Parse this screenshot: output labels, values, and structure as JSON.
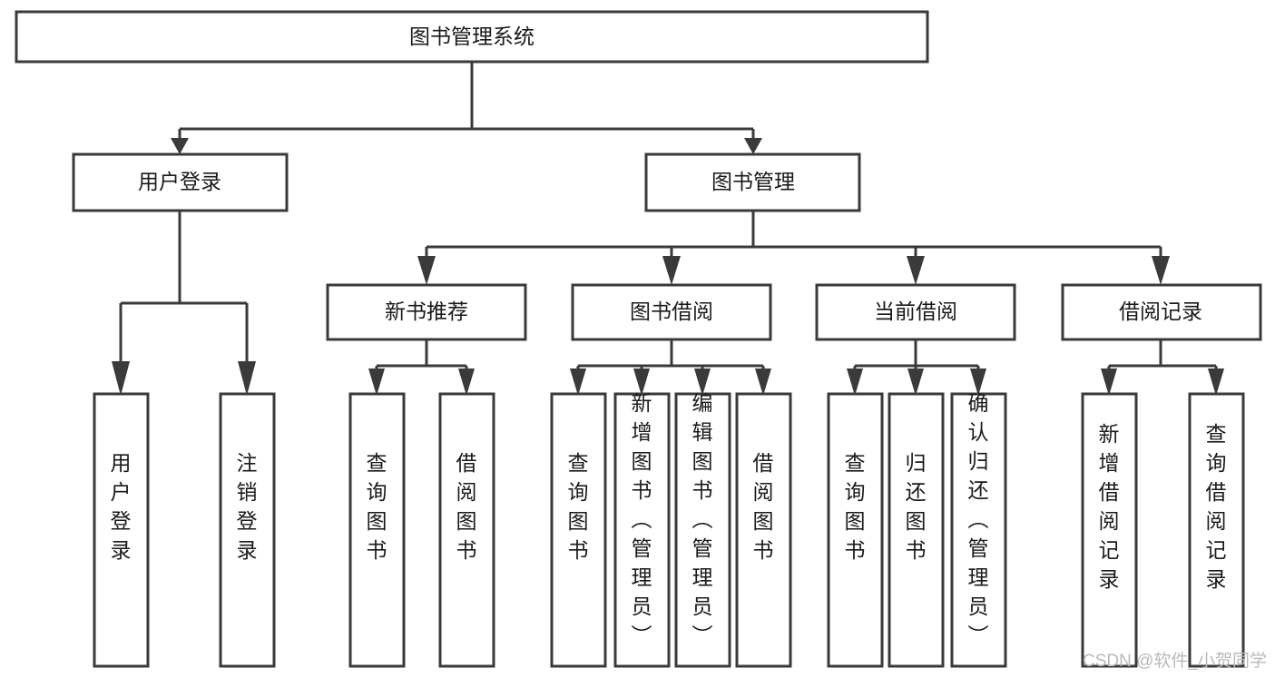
{
  "diagram": {
    "title": "图书管理系统",
    "type": "tree",
    "background_color": "#ffffff",
    "line_color": "#3a3a3a",
    "text_color": "#1a1a1a",
    "root": {
      "label": "图书管理系统"
    },
    "level2": [
      {
        "label": "用户登录"
      },
      {
        "label": "图书管理"
      }
    ],
    "level3": [
      {
        "label": "新书推荐"
      },
      {
        "label": "图书借阅"
      },
      {
        "label": "当前借阅"
      },
      {
        "label": "借阅记录"
      }
    ],
    "leaves": {
      "user_login": [
        {
          "label": "用户登录"
        },
        {
          "label": "注销登录"
        }
      ],
      "new_book": [
        {
          "label": "查询图书"
        },
        {
          "label": "借阅图书"
        }
      ],
      "book_borrow": [
        {
          "label": "查询图书"
        },
        {
          "label": "新增图书（管理员）"
        },
        {
          "label": "编辑图书（管理员）"
        },
        {
          "label": "借阅图书"
        }
      ],
      "current_borrow": [
        {
          "label": "查询图书"
        },
        {
          "label": "归还图书"
        },
        {
          "label": "确认归还（管理员）"
        }
      ],
      "borrow_record": [
        {
          "label": "新增借阅记录"
        },
        {
          "label": "查询借阅记录"
        }
      ]
    }
  },
  "watermark": {
    "text": "CSDN @软件_小贺同学"
  }
}
